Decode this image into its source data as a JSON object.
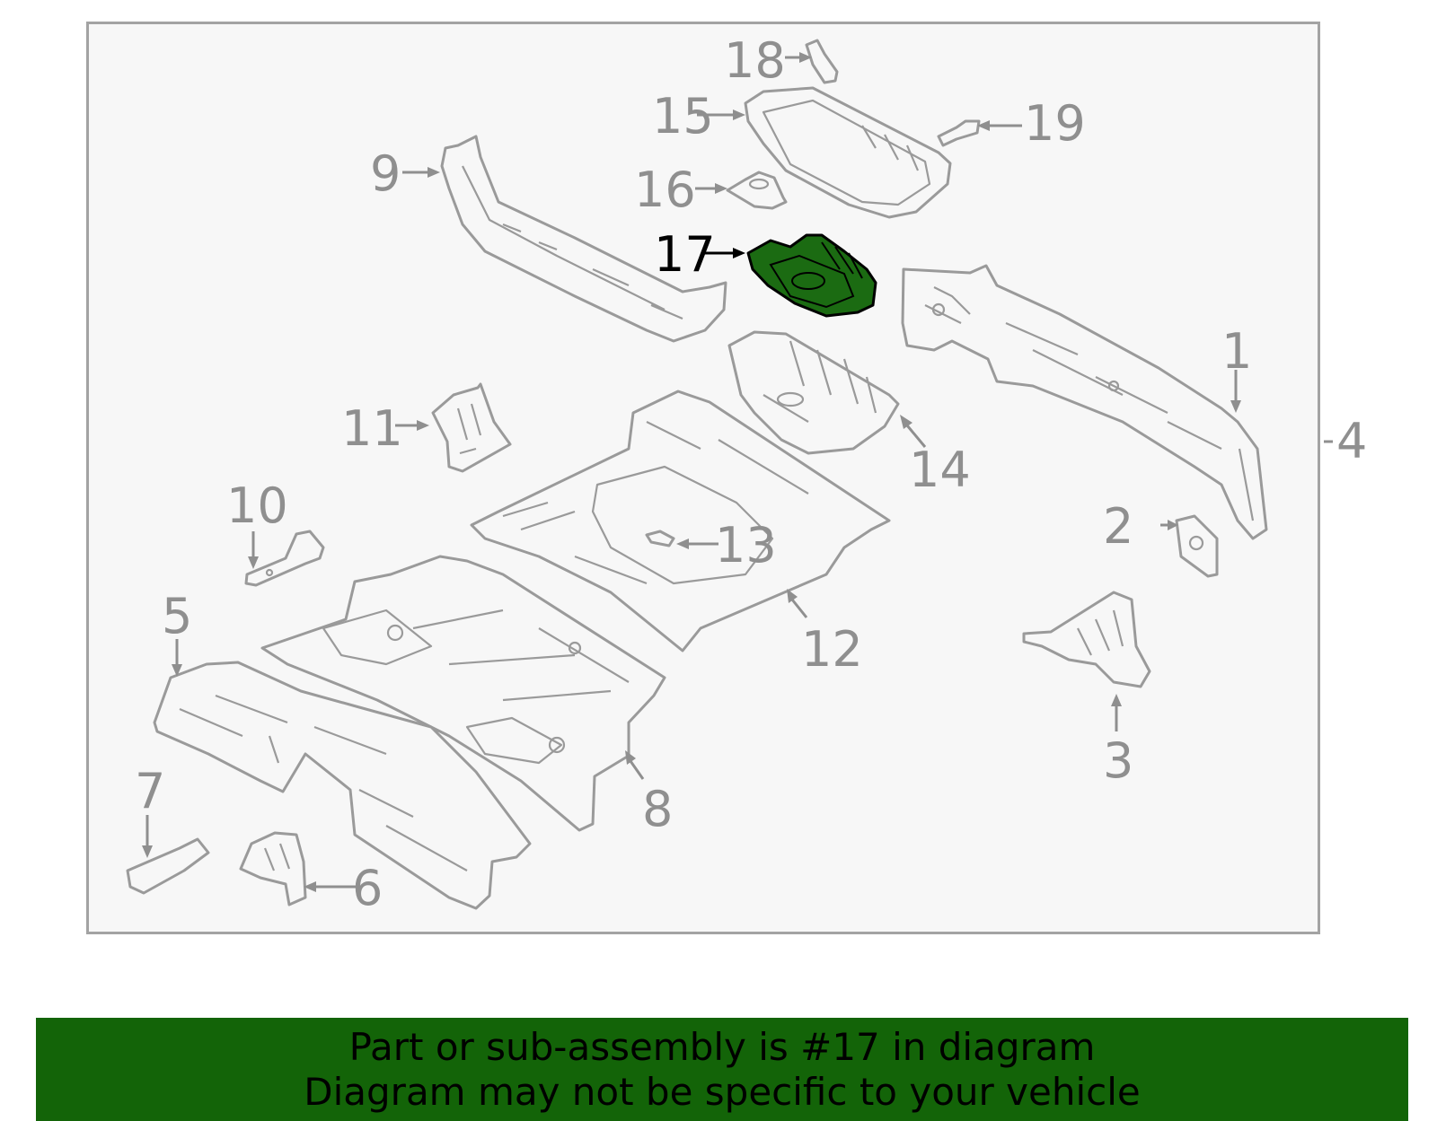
{
  "diagram": {
    "callouts": {
      "c1": "1",
      "c2": "2",
      "c3": "3",
      "c4": "4",
      "c5": "5",
      "c6": "6",
      "c7": "7",
      "c8": "8",
      "c9": "9",
      "c10": "10",
      "c11": "11",
      "c12": "12",
      "c13": "13",
      "c14": "14",
      "c15": "15",
      "c16": "16",
      "c17": "17",
      "c18": "18",
      "c19": "19"
    },
    "highlighted_part": "17",
    "colors": {
      "highlight": "#1b6b12",
      "line": "#9a9a9a",
      "frame_bg": "#f7f7f7"
    }
  },
  "banner": {
    "line1": "Part or sub-assembly is #17 in diagram",
    "line2": "Diagram may not be specific to your vehicle",
    "color": "#136408"
  }
}
